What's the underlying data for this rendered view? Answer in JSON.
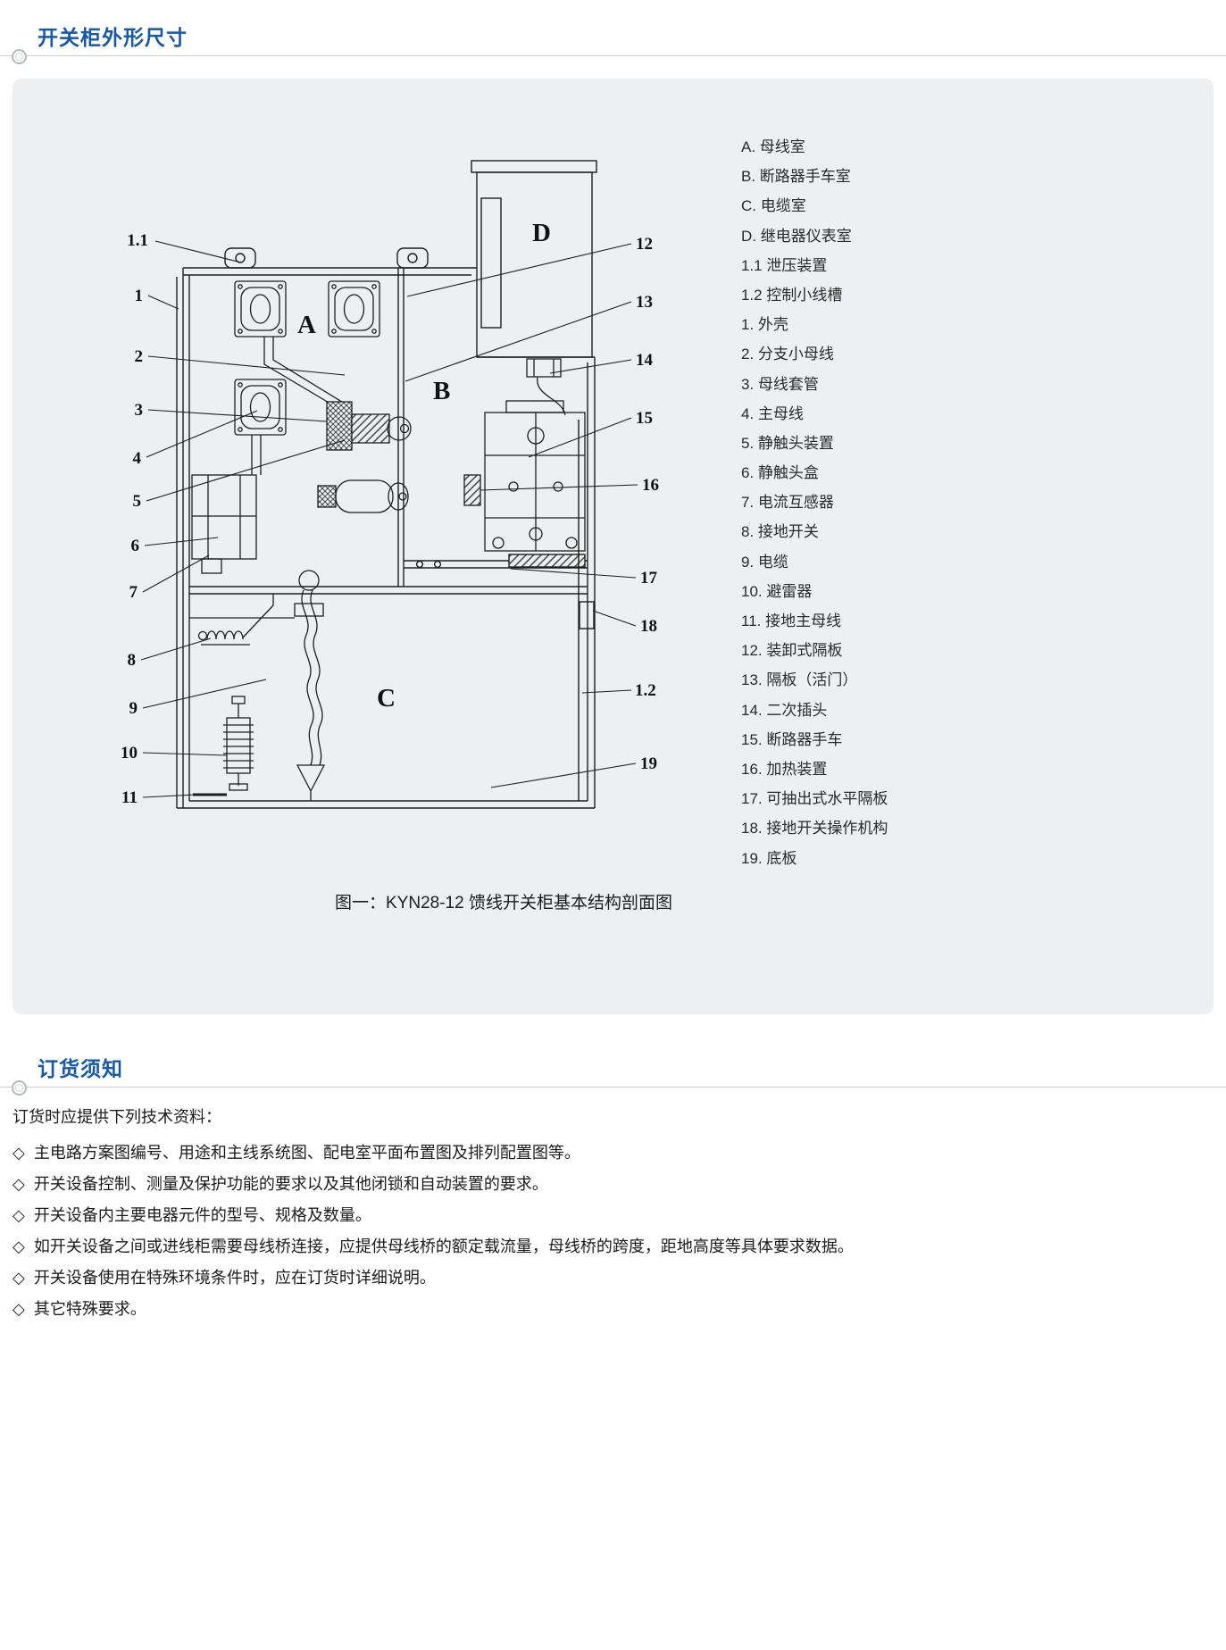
{
  "sections": {
    "dimensions": {
      "title": "开关柜外形尺寸"
    },
    "ordering": {
      "title": "订货须知"
    }
  },
  "figure": {
    "caption": "图一：KYN28-12 馈线开关柜基本结构剖面图"
  },
  "diagram": {
    "compartments": [
      "A",
      "B",
      "C",
      "D"
    ],
    "callouts": [
      "1.1",
      "1",
      "2",
      "3",
      "4",
      "5",
      "6",
      "7",
      "8",
      "9",
      "10",
      "11",
      "12",
      "13",
      "14",
      "15",
      "16",
      "17",
      "18",
      "1.2",
      "19"
    ]
  },
  "legend": {
    "items": [
      "A. 母线室",
      "B. 断路器手车室",
      "C. 电缆室",
      "D. 继电器仪表室",
      "1.1 泄压装置",
      "1.2 控制小线槽",
      "1. 外壳",
      "2. 分支小母线",
      "3. 母线套管",
      "4. 主母线",
      "5. 静触头装置",
      "6. 静触头盒",
      "7. 电流互感器",
      "8. 接地开关",
      "9. 电缆",
      "10. 避雷器",
      "11. 接地主母线",
      "12. 装卸式隔板",
      "13. 隔板（活门）",
      "14. 二次插头",
      "15. 断路器手车",
      "16. 加热装置",
      "17. 可抽出式水平隔板",
      "18. 接地开关操作机构",
      "19. 底板"
    ]
  },
  "ordering": {
    "intro": "订货时应提供下列技术资料：",
    "bullet": "◇",
    "items": [
      "主电路方案图编号、用途和主线系统图、配电室平面布置图及排列配置图等。",
      "开关设备控制、测量及保护功能的要求以及其他闭锁和自动装置的要求。",
      "开关设备内主要电器元件的型号、规格及数量。",
      "如开关设备之间或进线柜需要母线桥连接，应提供母线桥的额定载流量，母线桥的跨度，距地高度等具体要求数据。",
      "开关设备使用在特殊环境条件时，应在订货时详细说明。",
      "其它特殊要求。"
    ]
  },
  "colors": {
    "accent_blue": "#1659a6",
    "panel_gray": "#edeff0",
    "rule_gray": "#ccd1d5",
    "ink": "#1e1e1e"
  }
}
